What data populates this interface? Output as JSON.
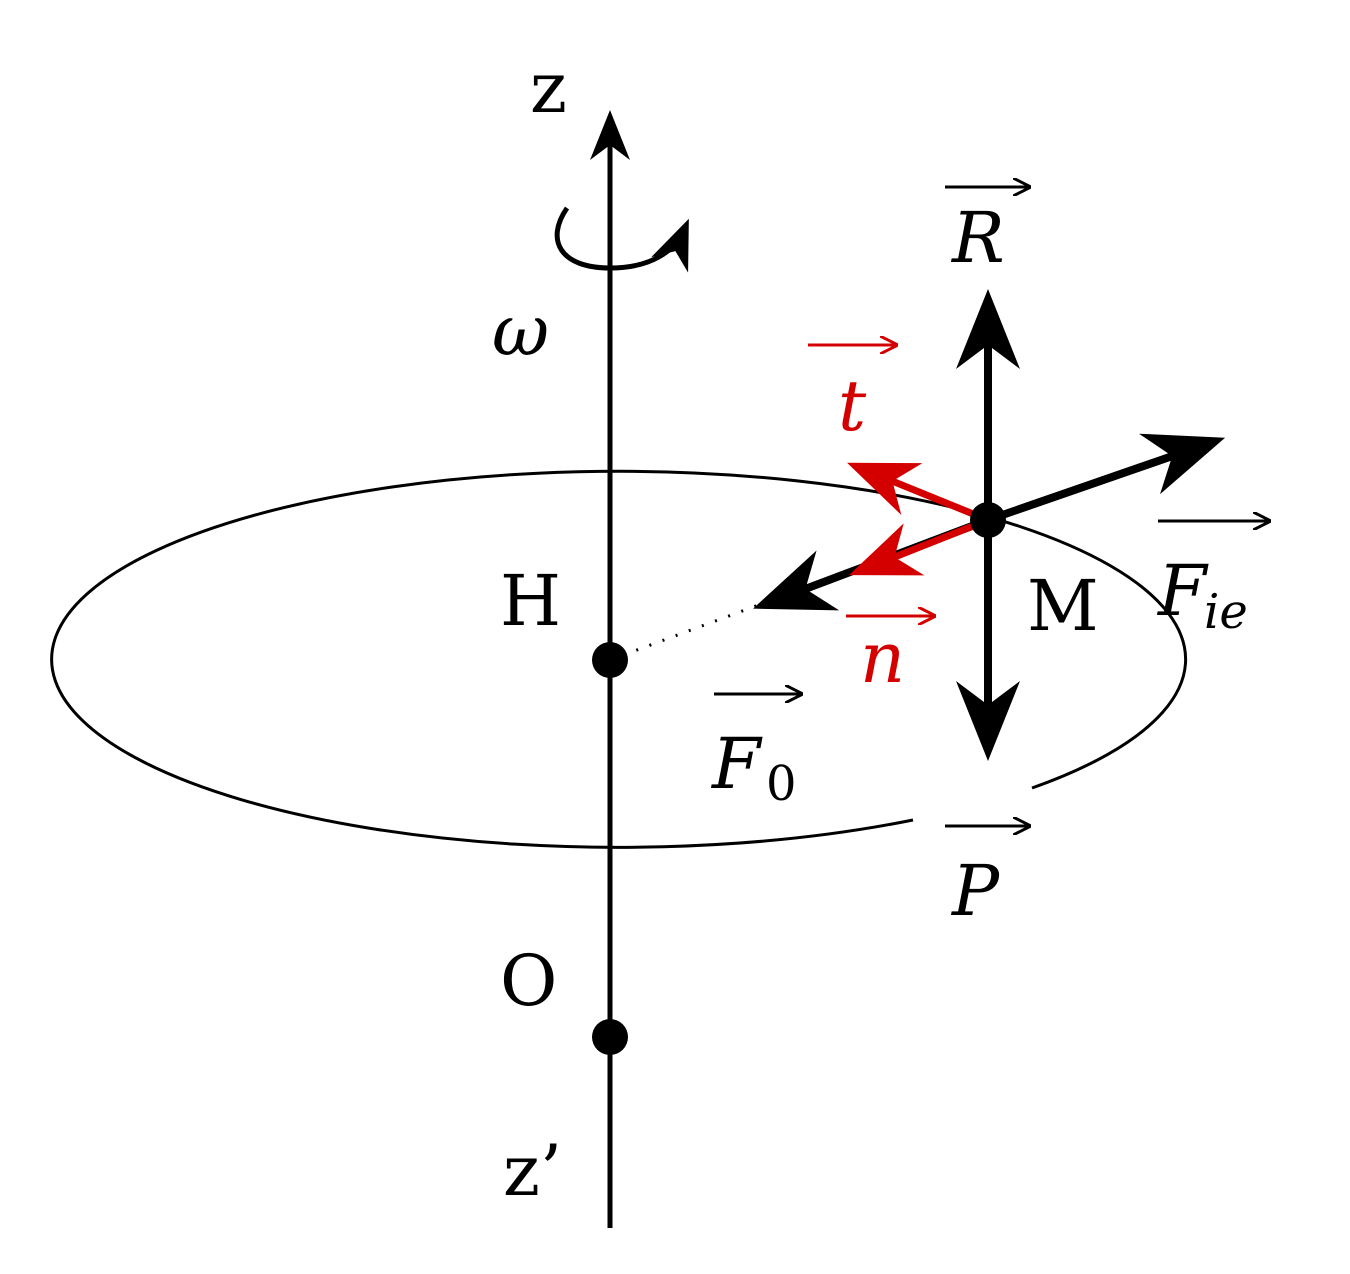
{
  "labels": {
    "z": "z",
    "z_prime": "z’",
    "omega": "ω",
    "H": "H",
    "O": "O",
    "M": "M",
    "R": "R",
    "P": "P",
    "t": "t",
    "n": "n",
    "F0_main": "F",
    "F0_sub": "0",
    "Fie_main": "F",
    "Fie_sub": "ie"
  },
  "colors": {
    "ink": "#000000",
    "unit_vector": "#d40000"
  }
}
